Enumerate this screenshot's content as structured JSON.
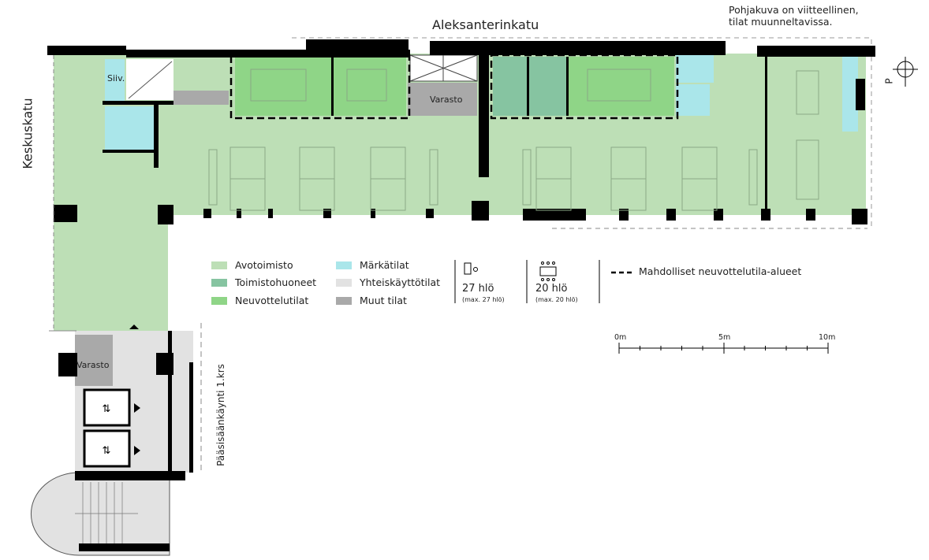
{
  "streets": {
    "top": "Aleksanterinkatu",
    "left": "Keskuskatu"
  },
  "note": {
    "line1": "Pohjakuva on viitteellinen,",
    "line2": "tilat muunneltavissa."
  },
  "entrance_label": "Pääsisäänkäynti 1.krs",
  "north_label": "P",
  "rooms": {
    "siiv": "Siiv.",
    "varasto_top": "Varasto",
    "varasto_bottom": "Varasto"
  },
  "legend": {
    "items": [
      {
        "label": "Avotoimisto",
        "color": "#bddfb6"
      },
      {
        "label": "Toimistohuoneet",
        "color": "#86c4a1"
      },
      {
        "label": "Neuvottelutilat",
        "color": "#8fd587"
      },
      {
        "label": "Märkätilat",
        "color": "#aae6ea"
      },
      {
        "label": "Yhteiskäyttötilat",
        "color": "#e2e2e2"
      },
      {
        "label": "Muut tilat",
        "color": "#a9a9a9"
      }
    ],
    "workstations": {
      "count": "27 hlö",
      "max": "(max. 27 hlö)"
    },
    "meeting": {
      "count": "20 hlö",
      "max": "(max. 20 hlö)"
    },
    "dashed": "Mahdolliset neuvottelutila-alueet"
  },
  "scale": {
    "start": "0m",
    "mid": "5m",
    "end": "10m"
  }
}
